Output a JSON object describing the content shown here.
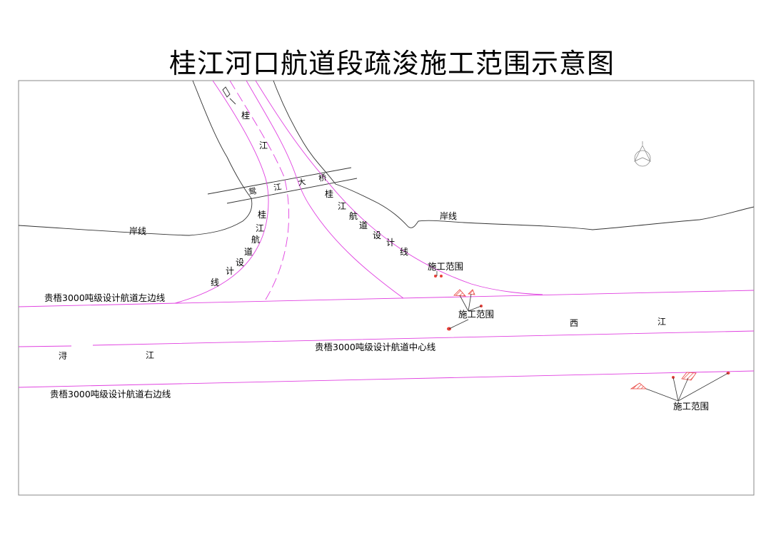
{
  "title": "桂江河口航道段疏浚施工范围示意图",
  "colors": {
    "channel_line": "#e040e0",
    "shore_line": "#333333",
    "work_area": "#e8403a",
    "frame": "#888888"
  },
  "labels": {
    "guijiang_upper": [
      "桂",
      "江"
    ],
    "bridge": [
      "鸳",
      "江",
      "大",
      "桥"
    ],
    "guijiang_design_left": [
      "桂",
      "江",
      "航",
      "道",
      "设",
      "计",
      "线"
    ],
    "guijiang_design_right": [
      "桂",
      "江",
      "航",
      "道",
      "设",
      "计",
      "线"
    ],
    "shoreline_left": "岸线",
    "shoreline_right": "岸线",
    "left_edge": "贵梧3000吨级设计航道左边线",
    "center_line": "贵梧3000吨级设计航道中心线",
    "right_edge": "贵梧3000吨级设计航道右边线",
    "fujiang": [
      "浔",
      "江"
    ],
    "xijiang": [
      "西",
      "江"
    ],
    "work_area_1": "施工范围",
    "work_area_2": "施工范围",
    "work_area_3": "施工范围"
  },
  "icons": [
    "north-arrow-icon"
  ]
}
